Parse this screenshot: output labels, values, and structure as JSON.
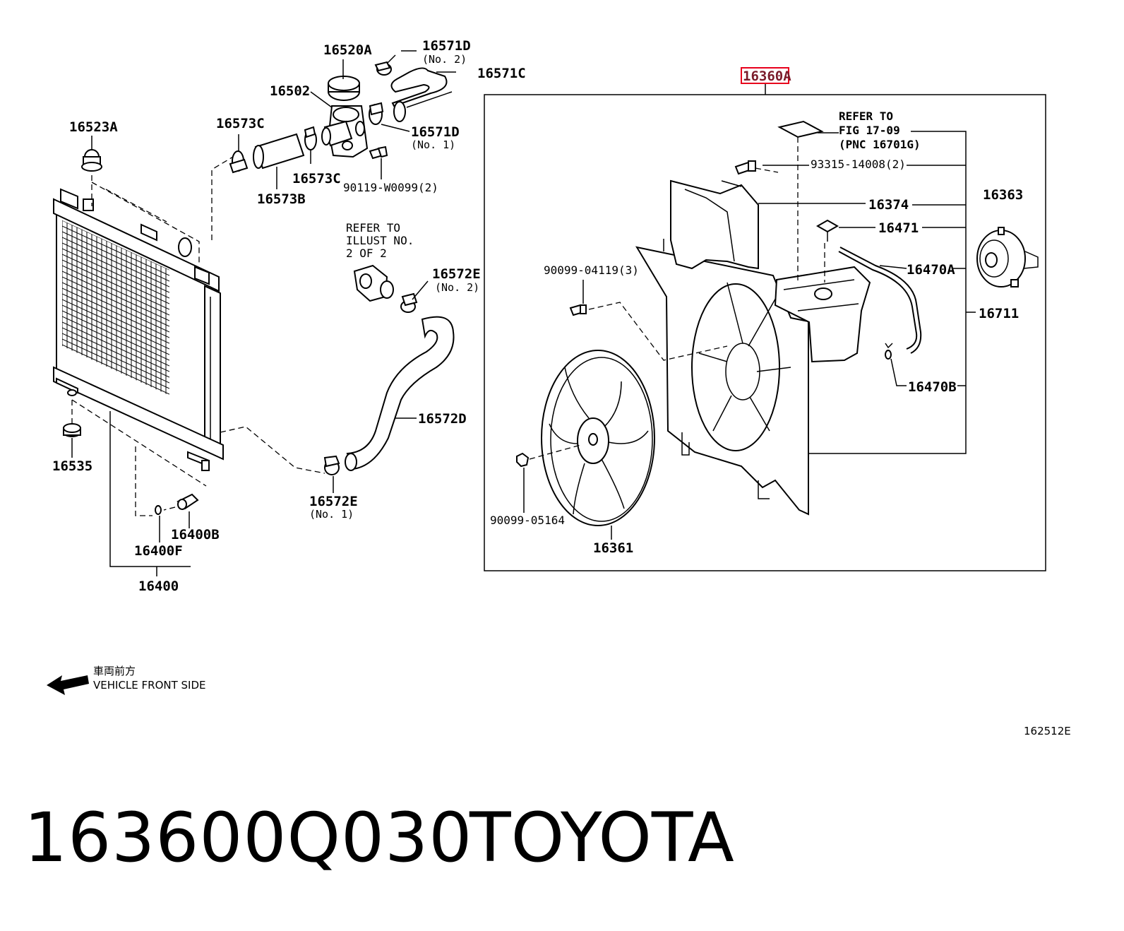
{
  "diagram": {
    "highlight_color": "#e8001c",
    "labels": {
      "p16520A": "16520A",
      "p16571D_2": "16571D",
      "p16571D_2_sub": "(No. 2)",
      "p16571C": "16571C",
      "p16502": "16502",
      "p16571D_1": "16571D",
      "p16571D_1_sub": "(No. 1)",
      "p16573C_a": "16573C",
      "p16573C_b": "16573C",
      "p16573B": "16573B",
      "p90119": "90119-W0099(2)",
      "p16523A": "16523A",
      "p16535": "16535",
      "p16400F": "16400F",
      "p16400B": "16400B",
      "p16400": "16400",
      "refer_illust_1": "REFER TO",
      "refer_illust_2": "ILLUST NO.",
      "refer_illust_3": "2 OF 2",
      "p16572E_2": "16572E",
      "p16572E_2_sub": "(No. 2)",
      "p16572D": "16572D",
      "p16572E_1": "16572E",
      "p16572E_1_sub": "(No. 1)",
      "p16360A": "16360A",
      "refer_fig_1": "REFER TO",
      "refer_fig_2": "FIG 17-09",
      "refer_fig_3": "(PNC 16701G)",
      "p93315": "93315-14008(2)",
      "p16374": "16374",
      "p16471": "16471",
      "p16363": "16363",
      "p16470A": "16470A",
      "p16711": "16711",
      "p90099_04119": "90099-04119(3)",
      "p16470B": "16470B",
      "p90099_05164": "90099-05164",
      "p16361": "16361",
      "direction_jp": "車両前方",
      "direction_en": "VEHICLE FRONT SIDE",
      "figure_id": "162512E"
    }
  },
  "footer": {
    "part_number": "163600Q030",
    "brand": "TOYOTA"
  }
}
